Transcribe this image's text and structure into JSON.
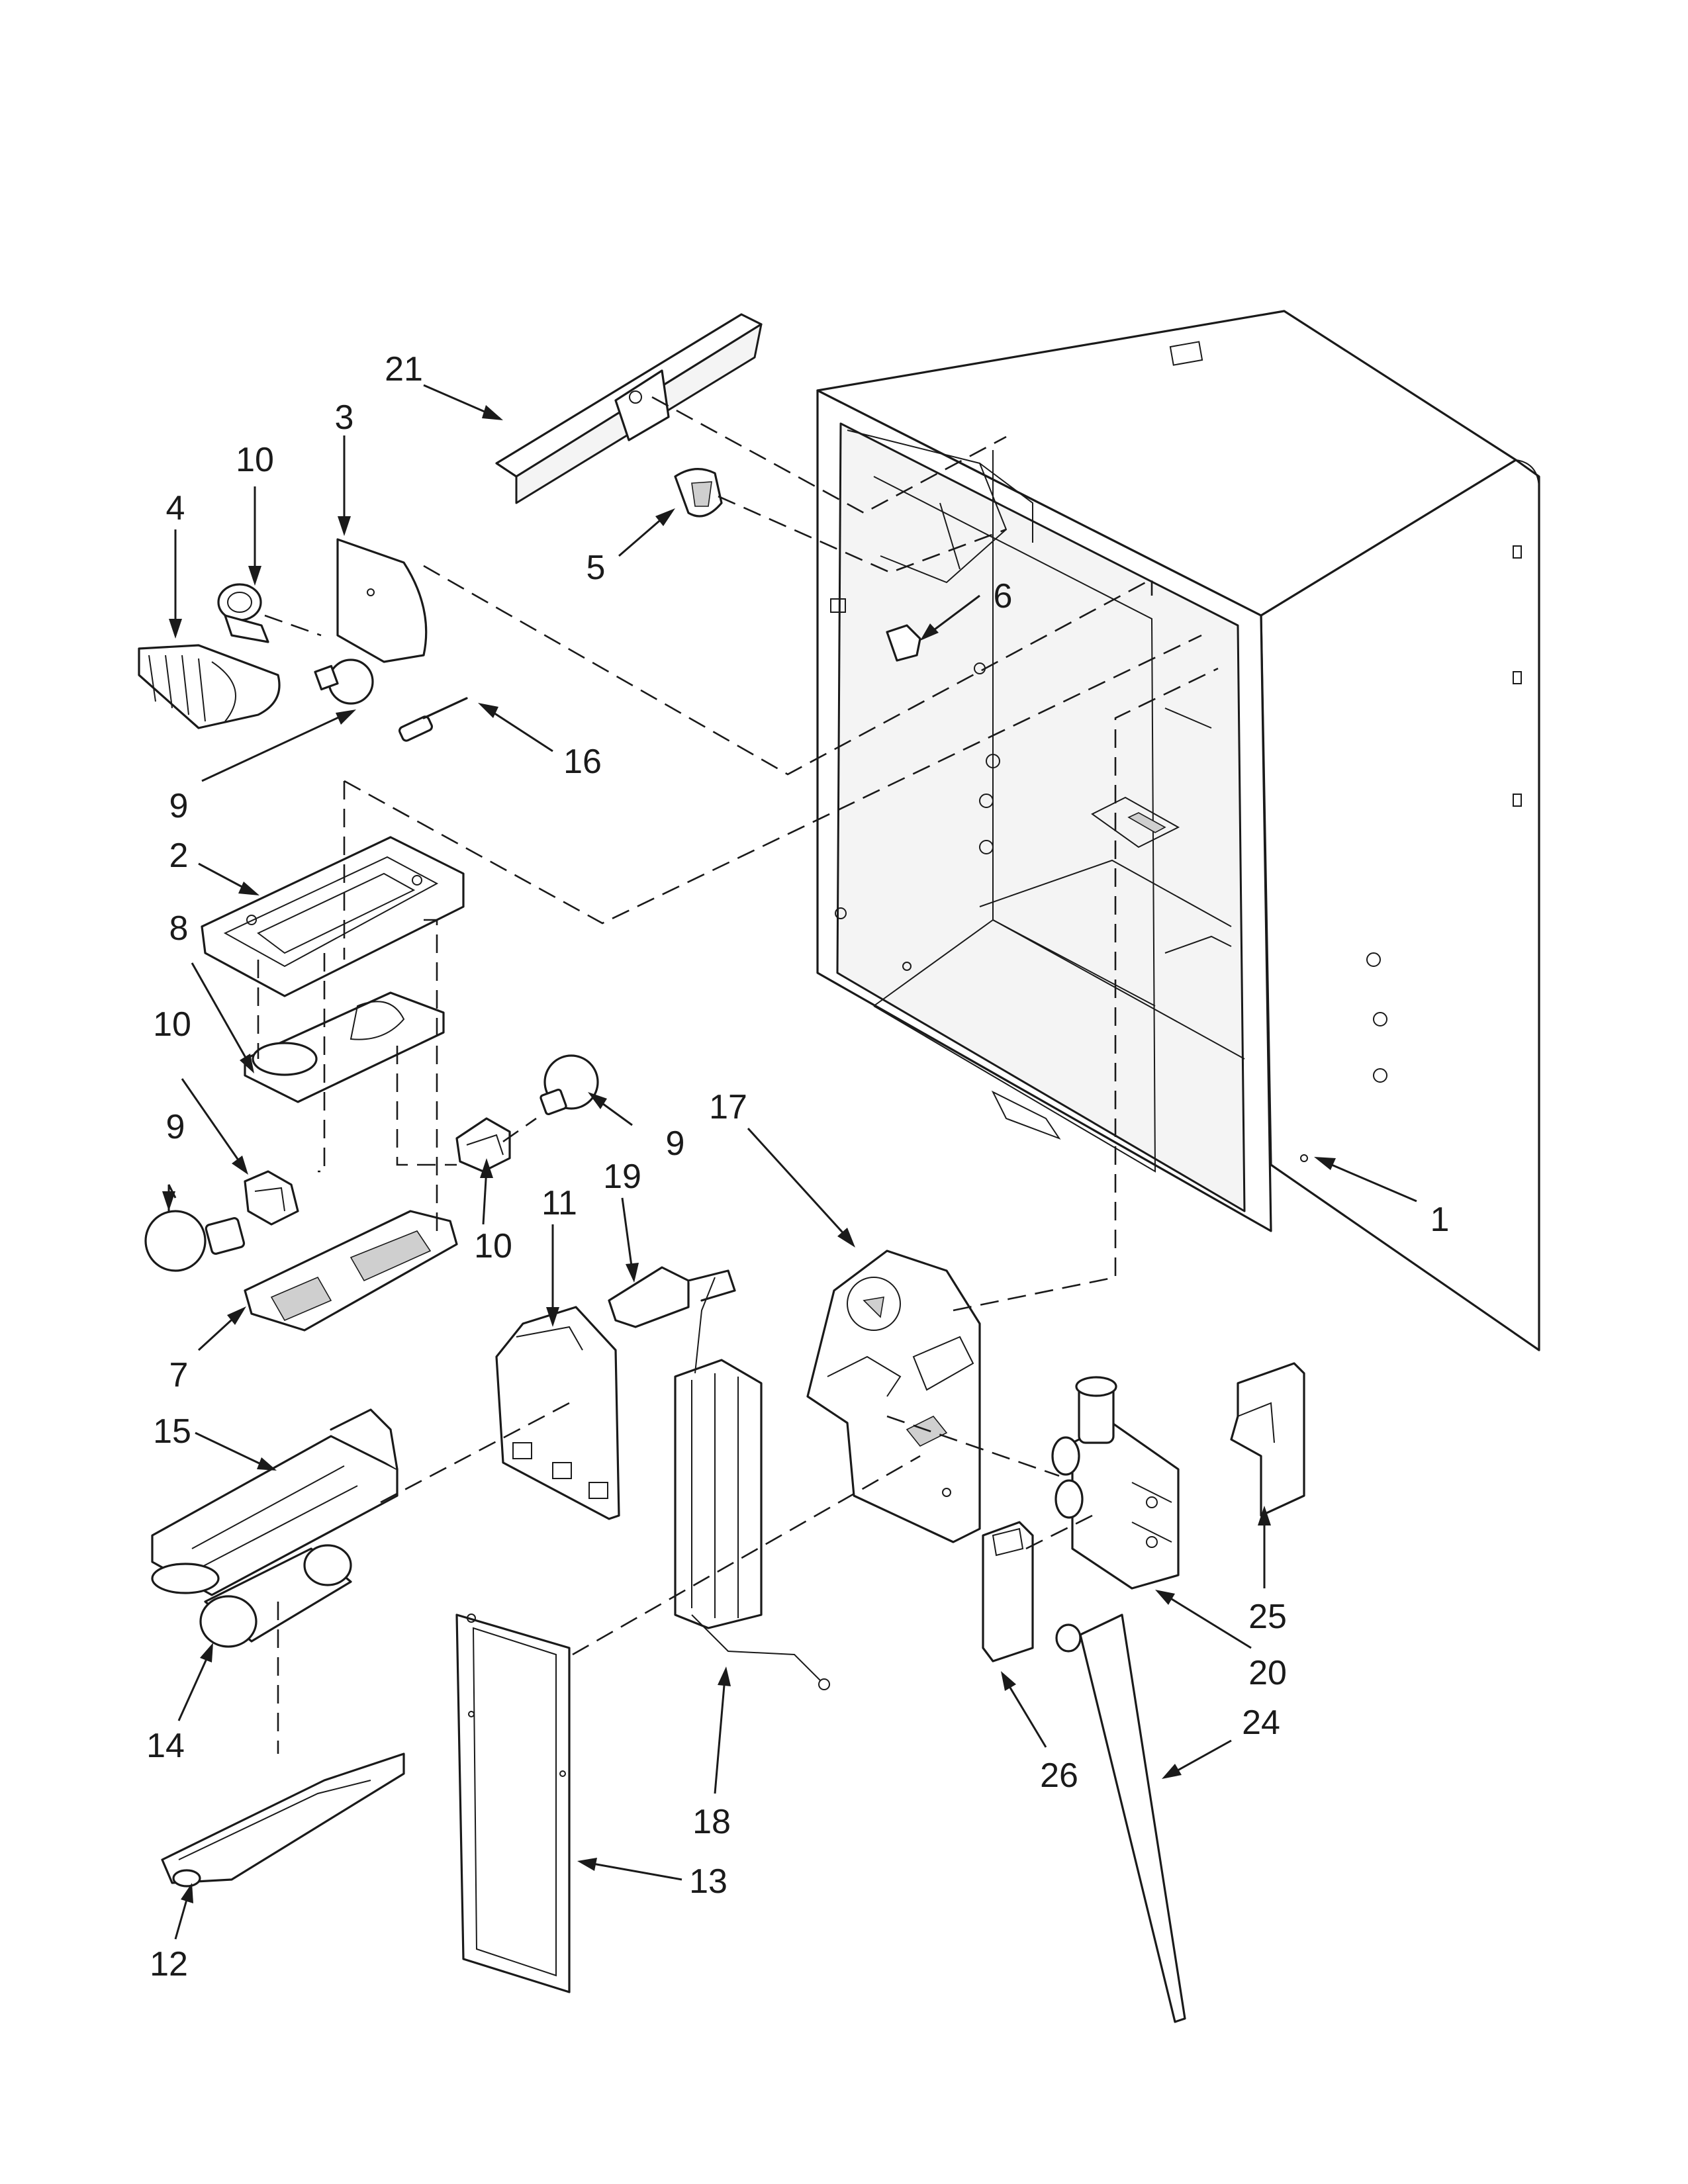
{
  "callouts": [
    {
      "id": "c21a",
      "label": "21"
    },
    {
      "id": "c3",
      "label": "3"
    },
    {
      "id": "c10a",
      "label": "10"
    },
    {
      "id": "c4",
      "label": "4"
    },
    {
      "id": "c5",
      "label": "5"
    },
    {
      "id": "c6",
      "label": "6"
    },
    {
      "id": "c16",
      "label": "16"
    },
    {
      "id": "c9a",
      "label": "9"
    },
    {
      "id": "c2",
      "label": "2"
    },
    {
      "id": "c8",
      "label": "8"
    },
    {
      "id": "c10b",
      "label": "10"
    },
    {
      "id": "c9b",
      "label": "9"
    },
    {
      "id": "c9c",
      "label": "9"
    },
    {
      "id": "c17",
      "label": "17"
    },
    {
      "id": "c19",
      "label": "19"
    },
    {
      "id": "c11",
      "label": "11"
    },
    {
      "id": "c10c",
      "label": "10"
    },
    {
      "id": "c1",
      "label": "1"
    },
    {
      "id": "c7",
      "label": "7"
    },
    {
      "id": "c15",
      "label": "15"
    },
    {
      "id": "c25",
      "label": "25"
    },
    {
      "id": "c20",
      "label": "20"
    },
    {
      "id": "c24",
      "label": "24"
    },
    {
      "id": "c14",
      "label": "14"
    },
    {
      "id": "c26",
      "label": "26"
    },
    {
      "id": "c18",
      "label": "18"
    },
    {
      "id": "c13",
      "label": "13"
    },
    {
      "id": "c12",
      "label": "12"
    }
  ]
}
